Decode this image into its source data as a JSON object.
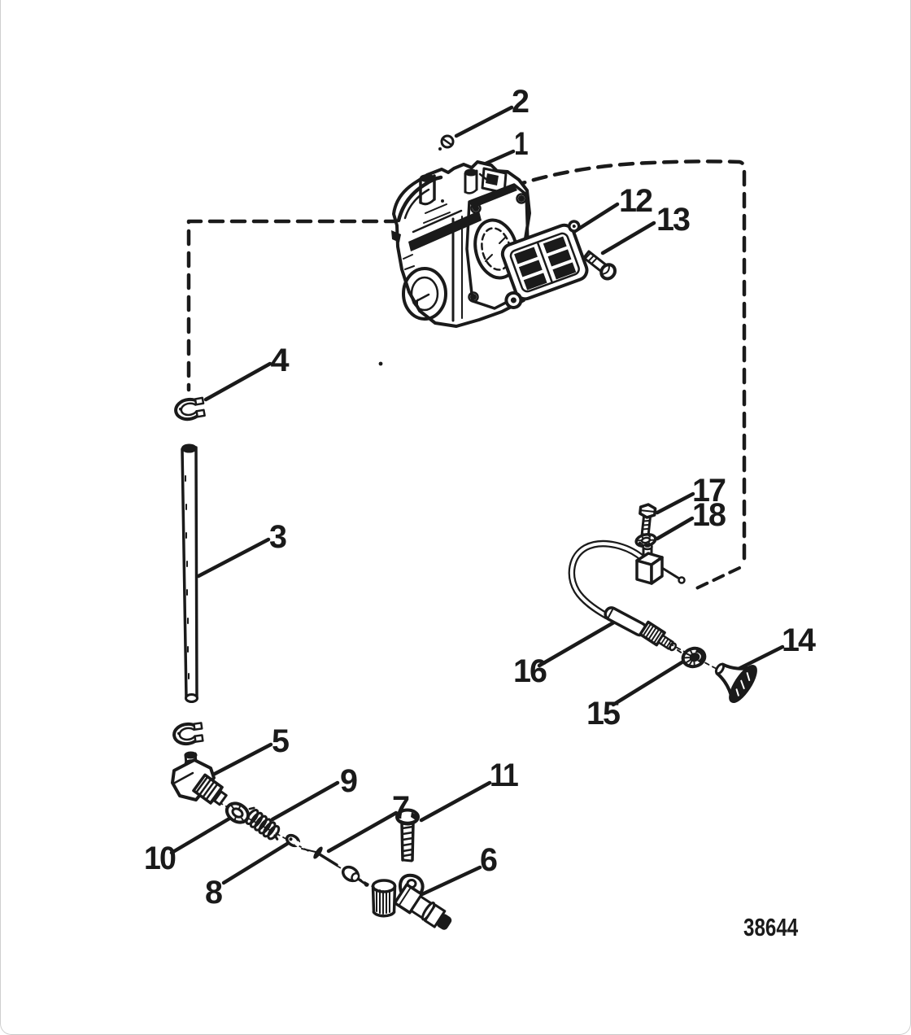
{
  "diagram": {
    "drawing_number": "38644",
    "callouts": [
      {
        "num": "1"
      },
      {
        "num": "2"
      },
      {
        "num": "3"
      },
      {
        "num": "4"
      },
      {
        "num": "5"
      },
      {
        "num": "6"
      },
      {
        "num": "7"
      },
      {
        "num": "8"
      },
      {
        "num": "9"
      },
      {
        "num": "10"
      },
      {
        "num": "11"
      },
      {
        "num": "12"
      },
      {
        "num": "13"
      },
      {
        "num": "14"
      },
      {
        "num": "15"
      },
      {
        "num": "16"
      },
      {
        "num": "17"
      },
      {
        "num": "18"
      }
    ]
  }
}
